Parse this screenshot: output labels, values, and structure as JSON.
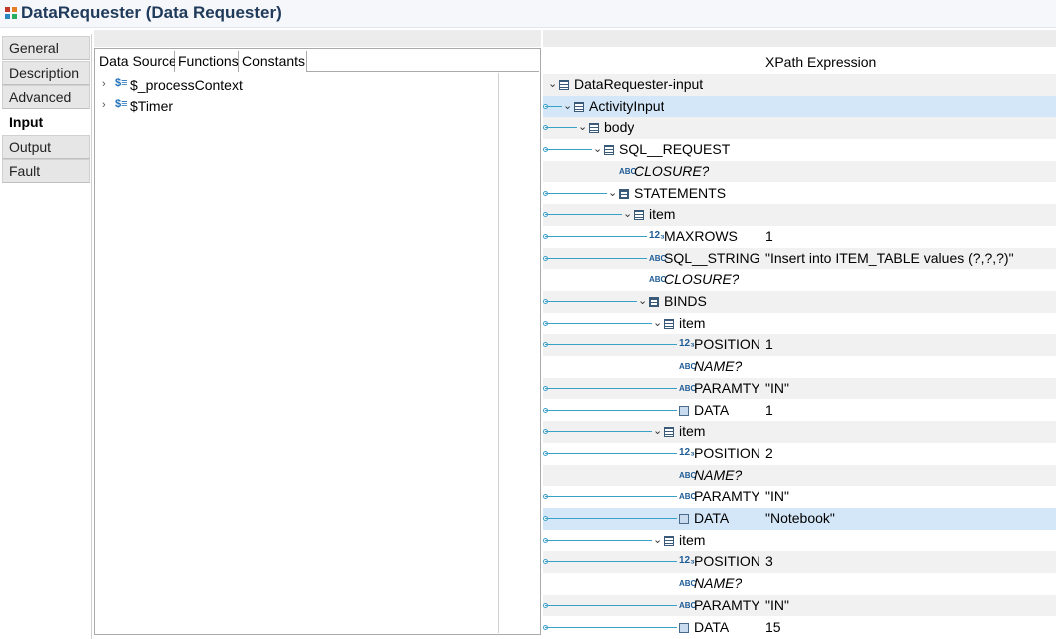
{
  "title": "DataRequester (Data Requester)",
  "left_tabs": [
    {
      "label": "General",
      "active": false
    },
    {
      "label": "Description",
      "active": false
    },
    {
      "label": "Advanced",
      "active": false
    },
    {
      "label": "Input",
      "active": true
    },
    {
      "label": "Output",
      "active": false
    },
    {
      "label": "Fault",
      "active": false
    }
  ],
  "data_source": {
    "tabs": [
      "Data Source",
      "Functions",
      "Constants"
    ],
    "items": [
      {
        "label": "$_processContext",
        "icon": "variable-icon"
      },
      {
        "label": "$Timer",
        "icon": "variable-icon"
      }
    ]
  },
  "xpath": {
    "header": "XPath Expression",
    "rows": [
      {
        "name": "DataRequester-input",
        "value": "",
        "icon": "schema-root-icon",
        "expanded": true,
        "optional": false,
        "mapped": false
      },
      {
        "name": "ActivityInput",
        "value": "",
        "icon": "complex-element-icon",
        "expanded": true,
        "optional": false,
        "mapped": true
      },
      {
        "name": "body",
        "value": "",
        "icon": "complex-element-icon",
        "expanded": true,
        "optional": false,
        "mapped": true
      },
      {
        "name": "SQL__REQUEST",
        "value": "",
        "icon": "complex-element-icon",
        "expanded": true,
        "optional": false,
        "mapped": true
      },
      {
        "name": "CLOSURE?",
        "value": "",
        "icon": "string-icon",
        "expanded": false,
        "optional": true,
        "mapped": false
      },
      {
        "name": "STATEMENTS",
        "value": "",
        "icon": "list-element-icon",
        "expanded": true,
        "optional": false,
        "mapped": true
      },
      {
        "name": "item",
        "value": "",
        "icon": "complex-element-icon",
        "expanded": true,
        "optional": false,
        "mapped": true
      },
      {
        "name": "MAXROWS",
        "value": "1",
        "icon": "number-icon",
        "expanded": false,
        "optional": false,
        "mapped": true
      },
      {
        "name": "SQL__STRING",
        "value": "\"Insert into ITEM_TABLE values (?,?,?)\"",
        "icon": "string-icon",
        "expanded": false,
        "optional": false,
        "mapped": true
      },
      {
        "name": "CLOSURE?",
        "value": "",
        "icon": "string-icon",
        "expanded": false,
        "optional": true,
        "mapped": false
      },
      {
        "name": "BINDS",
        "value": "",
        "icon": "list-element-icon",
        "expanded": true,
        "optional": false,
        "mapped": true
      },
      {
        "name": "item",
        "value": "",
        "icon": "complex-element-icon",
        "expanded": true,
        "optional": false,
        "mapped": true
      },
      {
        "name": "POSITION",
        "value": "1",
        "icon": "number-icon",
        "expanded": false,
        "optional": false,
        "mapped": true
      },
      {
        "name": "NAME?",
        "value": "",
        "icon": "string-icon",
        "expanded": false,
        "optional": true,
        "mapped": false
      },
      {
        "name": "PARAMTYP",
        "value": "\"IN\"",
        "icon": "string-icon",
        "expanded": false,
        "optional": false,
        "mapped": true
      },
      {
        "name": "DATA",
        "value": "1",
        "icon": "any-type-icon",
        "expanded": false,
        "optional": false,
        "mapped": true
      },
      {
        "name": "item",
        "value": "",
        "icon": "complex-element-icon",
        "expanded": true,
        "optional": false,
        "mapped": true
      },
      {
        "name": "POSITION",
        "value": "2",
        "icon": "number-icon",
        "expanded": false,
        "optional": false,
        "mapped": true
      },
      {
        "name": "NAME?",
        "value": "",
        "icon": "string-icon",
        "expanded": false,
        "optional": true,
        "mapped": false
      },
      {
        "name": "PARAMTYP",
        "value": "\"IN\"",
        "icon": "string-icon",
        "expanded": false,
        "optional": false,
        "mapped": true
      },
      {
        "name": "DATA",
        "value": "\"Notebook\"",
        "icon": "any-type-icon",
        "expanded": false,
        "optional": false,
        "mapped": true
      },
      {
        "name": "item",
        "value": "",
        "icon": "complex-element-icon",
        "expanded": true,
        "optional": false,
        "mapped": true
      },
      {
        "name": "POSITION",
        "value": "3",
        "icon": "number-icon",
        "expanded": false,
        "optional": false,
        "mapped": true
      },
      {
        "name": "NAME?",
        "value": "",
        "icon": "string-icon",
        "expanded": false,
        "optional": true,
        "mapped": false
      },
      {
        "name": "PARAMTYP",
        "value": "\"IN\"",
        "icon": "string-icon",
        "expanded": false,
        "optional": false,
        "mapped": true
      },
      {
        "name": "DATA",
        "value": "15",
        "icon": "any-type-icon",
        "expanded": false,
        "optional": false,
        "mapped": true
      }
    ]
  }
}
